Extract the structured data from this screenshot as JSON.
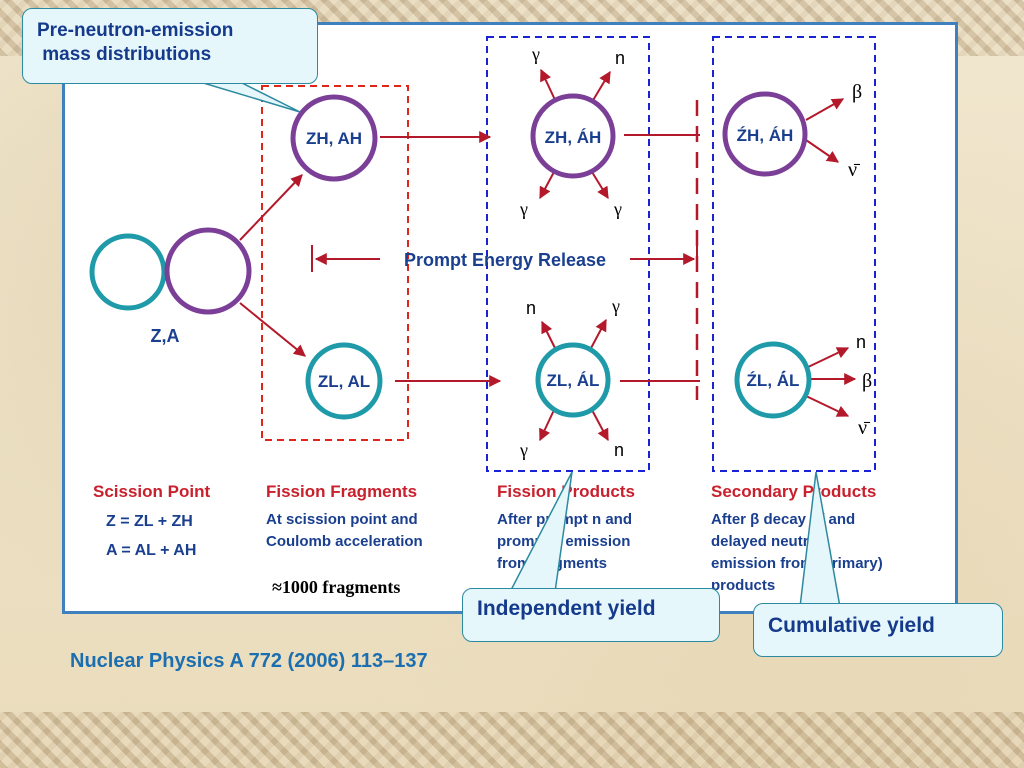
{
  "colors": {
    "frame_border": "#3f80bf",
    "purple_ring": "#7b3f98",
    "teal_ring": "#1f9aa8",
    "arrow": "#b3192a",
    "red_box": "#e0251b",
    "blue_box": "#1a22d6",
    "heading_red": "#c8202d",
    "text_blue": "#1a3f8f",
    "callout_fill": "#e6f7fb"
  },
  "nodes": {
    "compound": "Z,A",
    "heavy_fragment": "Zₕ, Aₕ",
    "light_fragment": "Zₗ, Aₗ",
    "heavy_product": "Zₕ, Áₕ",
    "light_product": "Zₗ, Áₗ",
    "heavy_secondary": "Źₕ, Áₕ",
    "light_secondary": "Źₗ, Äₗ"
  },
  "node_labels": {
    "heavy_fragment_main": "ZH, AH",
    "light_fragment_main": "ZL, AL",
    "heavy_product_main": "ZH, ÁH",
    "light_product_main": "ZL, ÁL",
    "heavy_secondary_main": "ŹH, ÁH",
    "light_secondary_main": "ŹL, Á́L"
  },
  "particles": {
    "gamma": "γ",
    "neutron": "n",
    "beta": "β",
    "antineutrino": "ν̄"
  },
  "prompt_energy_release": "Prompt Energy Release",
  "columns": {
    "scission": {
      "heading": "Scission Point",
      "line1": "Z = Zₗ + Zₕ",
      "line1_text": "Z = ZL + ZH",
      "line2_text": "A = AL + AH"
    },
    "fragments": {
      "heading": "Fission Fragments",
      "line1": "At scission point and",
      "line2": "Coulomb acceleration"
    },
    "products": {
      "heading": "Fission Products",
      "line1": "After prompt n and",
      "line2": "prompt γ emission",
      "line3": "from fragments"
    },
    "secondary": {
      "heading": "Secondary Products",
      "line1": "After β decay of and",
      "line2": "delayed neutron",
      "line3": "emission from (primary)",
      "line4": "products"
    }
  },
  "callouts": {
    "pre_neutron_line1": "Pre-neutron-emission",
    "pre_neutron_line2": " mass distributions",
    "independent_yield": "Independent yield",
    "cumulative_yield": "Cumulative yield"
  },
  "fragments_note": "≈1000 fragments",
  "reference": "Nuclear Physics A 772 (2006) 113–137"
}
